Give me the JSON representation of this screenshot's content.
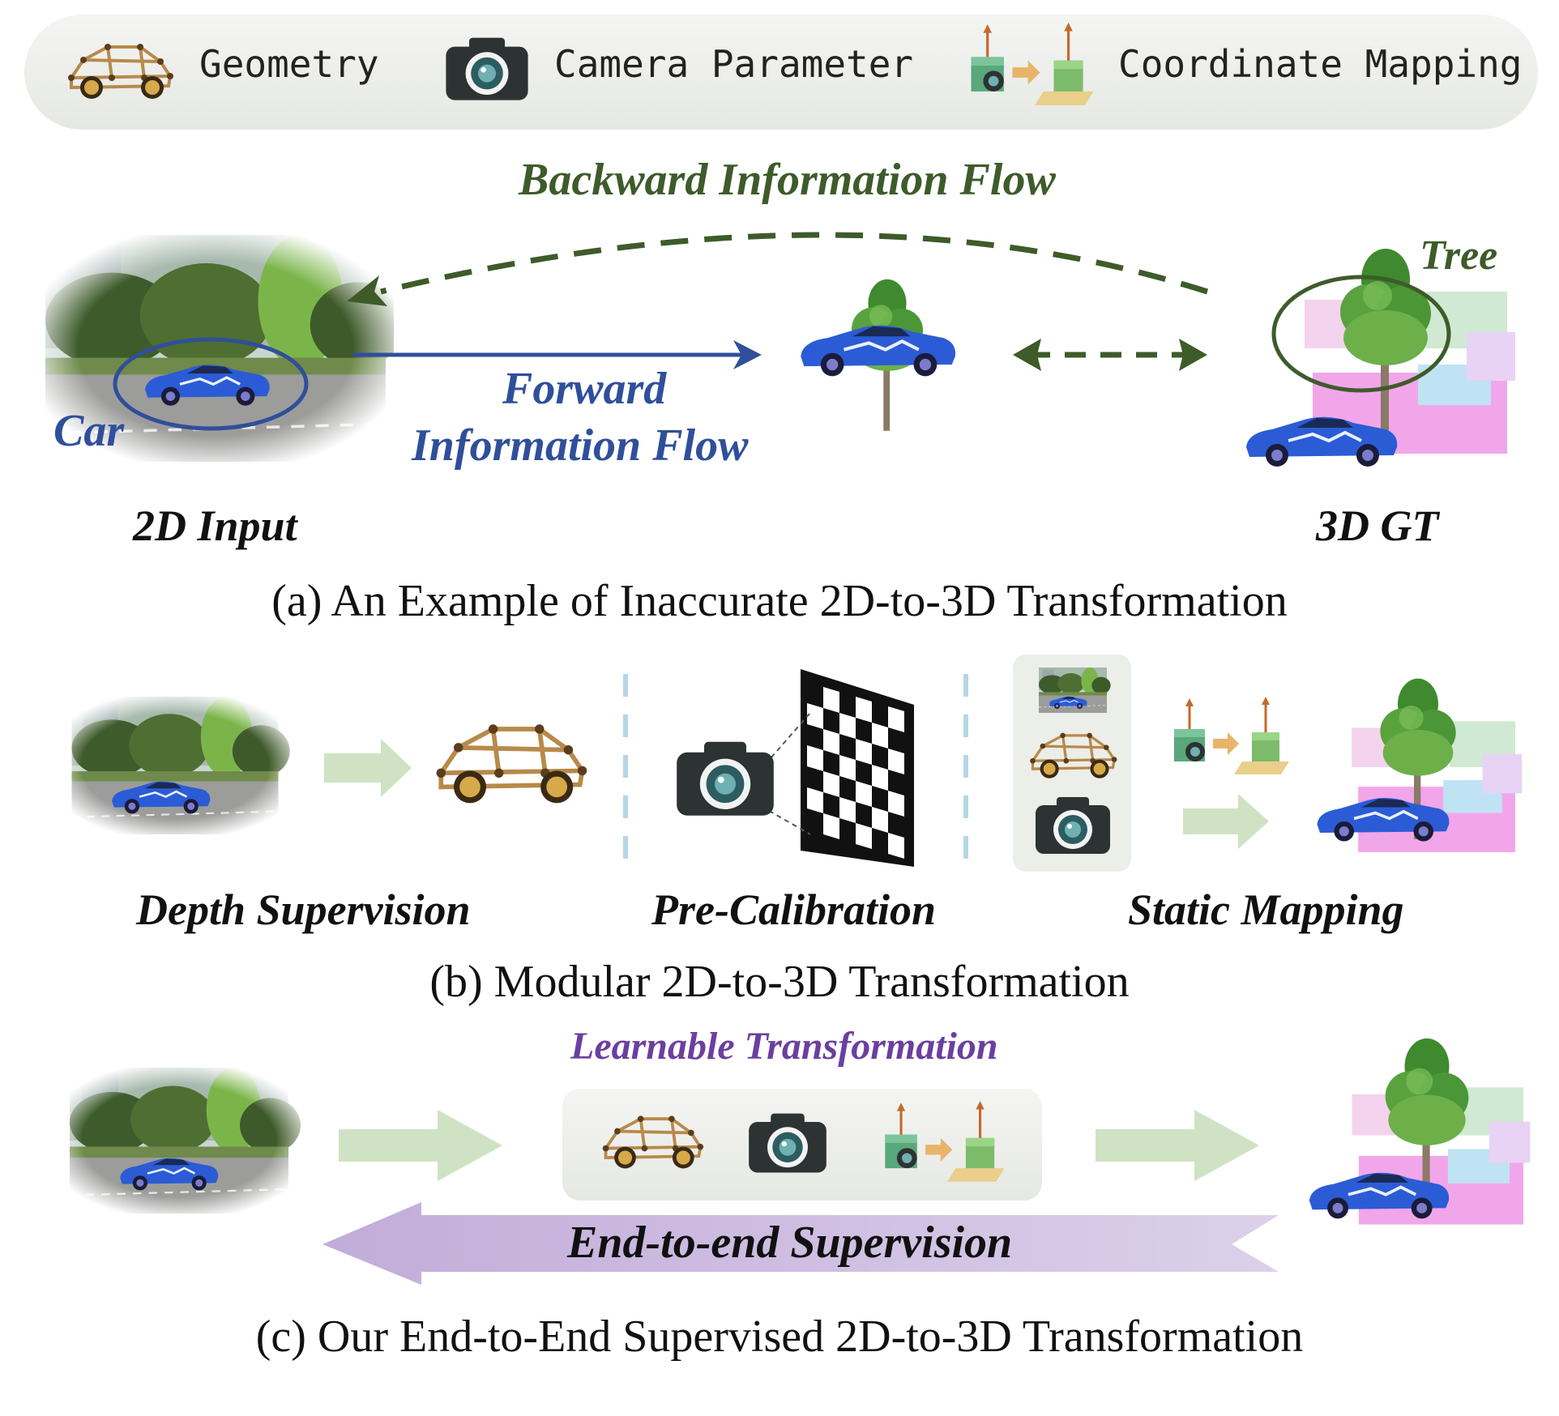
{
  "legend": {
    "items": [
      {
        "label": "Geometry",
        "icon": "wireframe-car-icon"
      },
      {
        "label": "Camera Parameter",
        "icon": "camera-icon"
      },
      {
        "label": "Coordinate Mapping",
        "icon": "coordinate-mapping-icon"
      }
    ]
  },
  "panel_a": {
    "backward_flow": "Backward Information Flow",
    "forward_flow_line1": "Forward",
    "forward_flow_line2": "Information Flow",
    "car_label": "Car",
    "tree_label": "Tree",
    "input_label": "2D Input",
    "gt_label": "3D GT",
    "caption": "(a) An Example of Inaccurate 2D-to-3D Transformation"
  },
  "panel_b": {
    "labels": [
      "Depth Supervision",
      "Pre-Calibration",
      "Static Mapping"
    ],
    "caption": "(b) Modular 2D-to-3D Transformation"
  },
  "panel_c": {
    "learnable": "Learnable Transformation",
    "supervision": "End-to-end Supervision",
    "caption": "(c) Our End-to-End Supervised 2D-to-3D Transformation"
  },
  "colors": {
    "forward_blue": "#2f4f9a",
    "backward_green": "#3e5b2a",
    "learnable_purple": "#6b3fa0",
    "arrow_green": "#cfe3c4",
    "supervision_purple": "#d2c3e3"
  }
}
